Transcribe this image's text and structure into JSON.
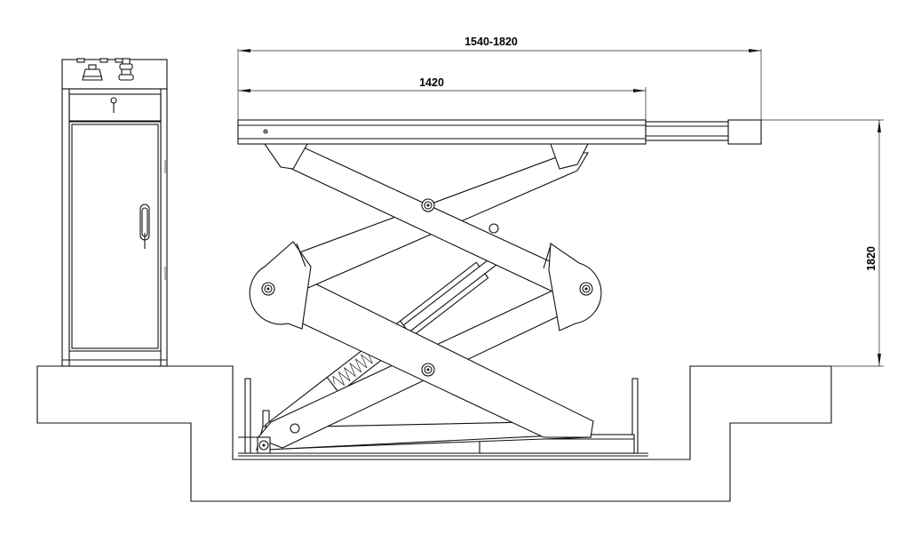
{
  "dimensions": {
    "overall_length": "1540-1820",
    "platform_length": "1420",
    "max_height": "1820"
  }
}
